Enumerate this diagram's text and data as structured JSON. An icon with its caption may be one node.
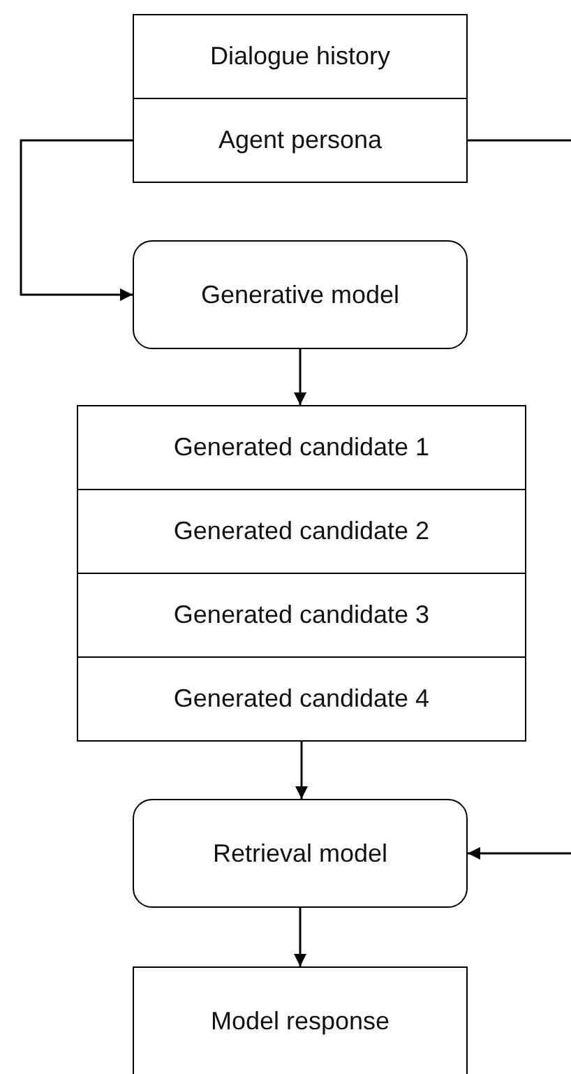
{
  "diagram": {
    "nodes": [
      {
        "text": [
          "Dialogue history"
        ]
      },
      {
        "text": [
          "Agent persona"
        ]
      },
      {
        "text": [
          "Generative model"
        ]
      },
      {
        "text": [
          "Generated candidate 1"
        ]
      },
      {
        "text": [
          "Generated candidate 2"
        ]
      },
      {
        "text": [
          "Generated candidate 3"
        ]
      },
      {
        "text": [
          "Generated candidate 4"
        ]
      },
      {
        "text": [
          "Retrieval model"
        ]
      },
      {
        "text": [
          "Model response"
        ]
      }
    ],
    "edges": [
      {
        "from": 1,
        "to": 2,
        "arrow": "to"
      },
      {
        "from": 1,
        "to": null,
        "arrow": "none"
      },
      {
        "from": 2,
        "to": 3,
        "arrow": "to"
      },
      {
        "from": 6,
        "to": 7,
        "arrow": "to"
      },
      {
        "from": null,
        "to": 7,
        "arrow": "to"
      },
      {
        "from": 7,
        "to": 8,
        "arrow": "to"
      }
    ]
  }
}
